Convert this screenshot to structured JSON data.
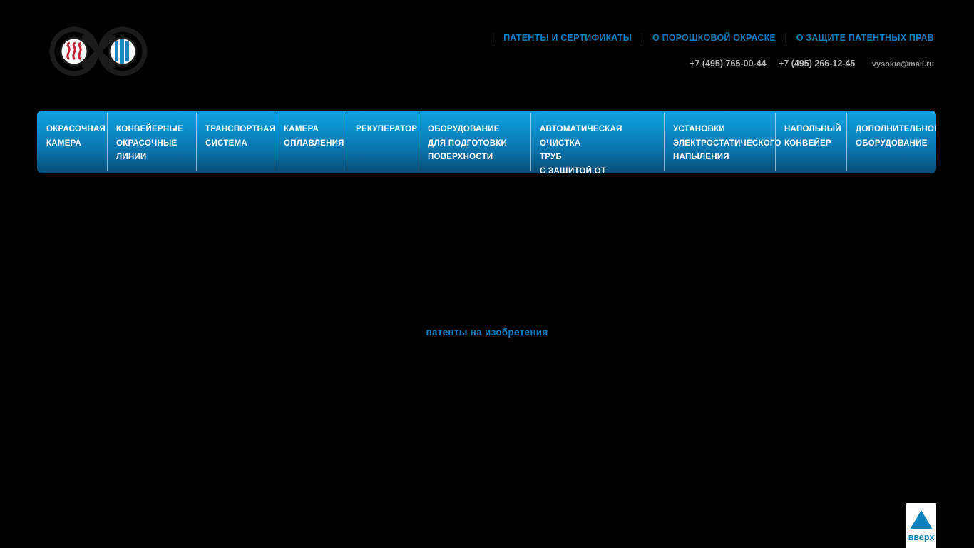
{
  "header": {
    "logo": {
      "icon_name": "infinity-heat-cool-logo",
      "left_symbol": "heat-waves-icon",
      "right_symbol": "cooling-bars-icon",
      "colors": {
        "outline": "#1b1b1b",
        "heat": "#c8202e",
        "cool": "#1b86c0"
      }
    },
    "top_links": {
      "separator": "|",
      "items": [
        {
          "label": "ПАТЕНТЫ И СЕРТИФИКАТЫ",
          "name": "link-patents-certificates"
        },
        {
          "label": "О ПОРОШКОВОЙ ОКРАСКЕ",
          "name": "link-about-powder-coating"
        },
        {
          "label": "О ЗАЩИТЕ ПАТЕНТНЫХ ПРАВ",
          "name": "link-patent-rights-protection"
        }
      ],
      "color": "#0e7dbd"
    },
    "contacts": {
      "phone_1": "+7 (495) 765-00-44",
      "phone_2": "+7 (495) 266-12-45",
      "email": "vysokie@mail.ru"
    }
  },
  "mainnav": {
    "accent": "#10a2dd",
    "items": [
      {
        "label": "ОКРАСОЧНАЯ\nКАМЕРА",
        "name": "nav-painting-chamber",
        "width": 98
      },
      {
        "label": "КОНВЕЙЕРНЫЕ\nОКРАСОЧНЫЕ\nЛИНИИ",
        "name": "nav-conveyor-painting-lines",
        "width": 125
      },
      {
        "label": "ТРАНСПОРТНАЯ\nСИСТЕМА",
        "name": "nav-transport-system",
        "width": 110
      },
      {
        "label": "КАМЕРА\nОПЛАВЛЕНИЯ",
        "name": "nav-curing-oven",
        "width": 101
      },
      {
        "label": "РЕКУПЕРАТОР",
        "name": "nav-recuperator",
        "width": 101
      },
      {
        "label": "ОБОРУДОВАНИЕ\nДЛЯ ПОДГОТОВКИ\nПОВЕРХНОСТИ",
        "name": "nav-surface-preparation-equipment",
        "width": 157
      },
      {
        "label": "АВТОМАТИЧЕСКАЯ ОЧИСТКА\nТРУБ\nС ЗАЩИТОЙ ОТ КОРРОЗИИ",
        "name": "nav-automatic-pipe-cleaning",
        "width": 187
      },
      {
        "label": "УСТАНОВКИ\nЭЛЕКТРОСТАТИЧЕСКОГО\nНАПЫЛЕНИЯ",
        "name": "nav-electrostatic-spraying-units",
        "width": 156
      },
      {
        "label": "НАПОЛЬНЫЙ\nКОНВЕЙЕР",
        "name": "nav-floor-conveyor",
        "width": 100
      },
      {
        "label": "ДОПОЛНИТЕЛЬНОЕ\nОБОРУДОВАНИЕ",
        "name": "nav-additional-equipment",
        "width": 126
      }
    ]
  },
  "content": {
    "heading": "патенты на изобретения",
    "heading_color": "#0d7ec0"
  },
  "scroll_top": {
    "label": "вверх",
    "icon_name": "triangle-up-icon",
    "color": "#0e81bd"
  }
}
